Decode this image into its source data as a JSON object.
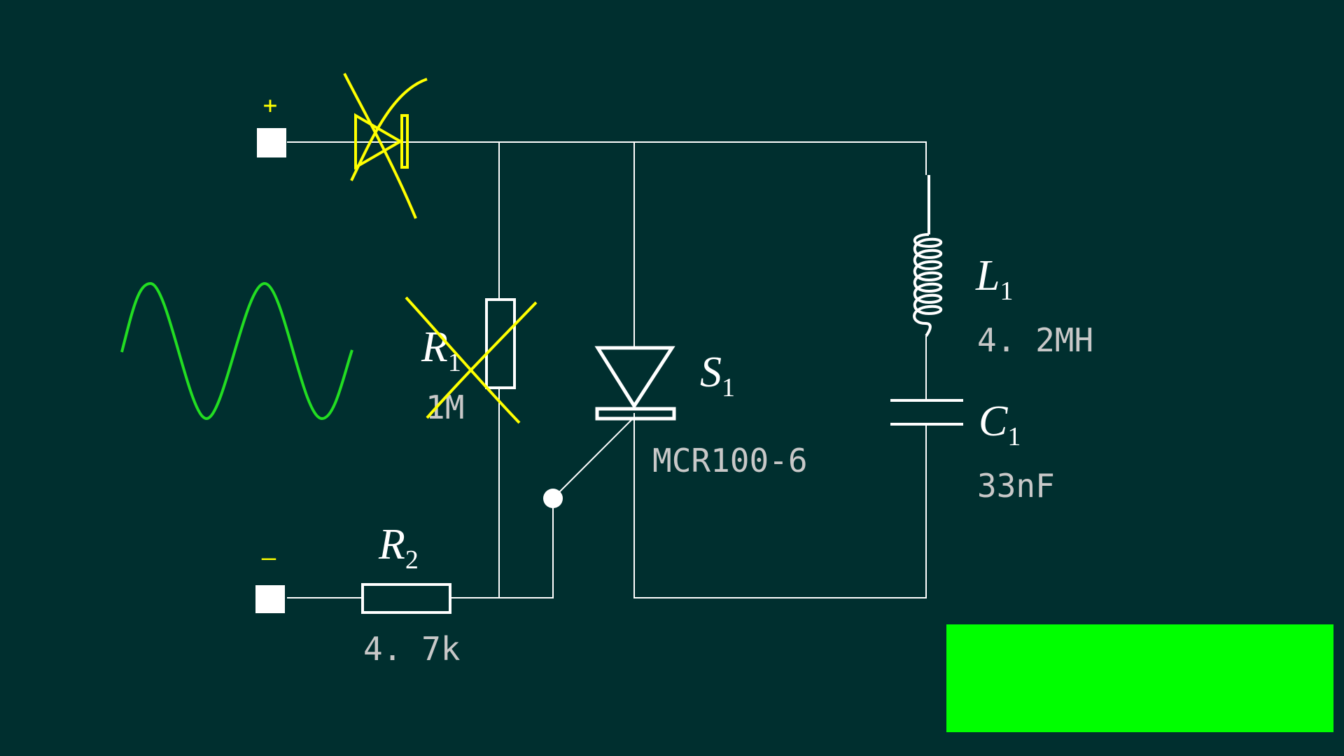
{
  "colors": {
    "background": "#002f2f",
    "wire": "#ffffff",
    "value_text": "#c8c8c8",
    "annotation": "#ffff00",
    "waveform": "#22dd22",
    "highlight_box": "#00ff00"
  },
  "terminals": {
    "positive": "+",
    "negative": "–"
  },
  "components": {
    "R1": {
      "letter": "R",
      "index": "1",
      "value": "1M"
    },
    "R2": {
      "letter": "R",
      "index": "2",
      "value": "4. 7k"
    },
    "S1": {
      "letter": "S",
      "index": "1",
      "value": "MCR100-6"
    },
    "L1": {
      "letter": "L",
      "index": "1",
      "value": "4. 2MH"
    },
    "C1": {
      "letter": "C",
      "index": "1",
      "value": "33nF"
    }
  },
  "icons": {
    "input_diode": "diode-icon",
    "scr": "thyristor-icon",
    "inductor": "inductor-coil-icon",
    "capacitor": "capacitor-icon",
    "sine": "sine-wave-icon"
  }
}
